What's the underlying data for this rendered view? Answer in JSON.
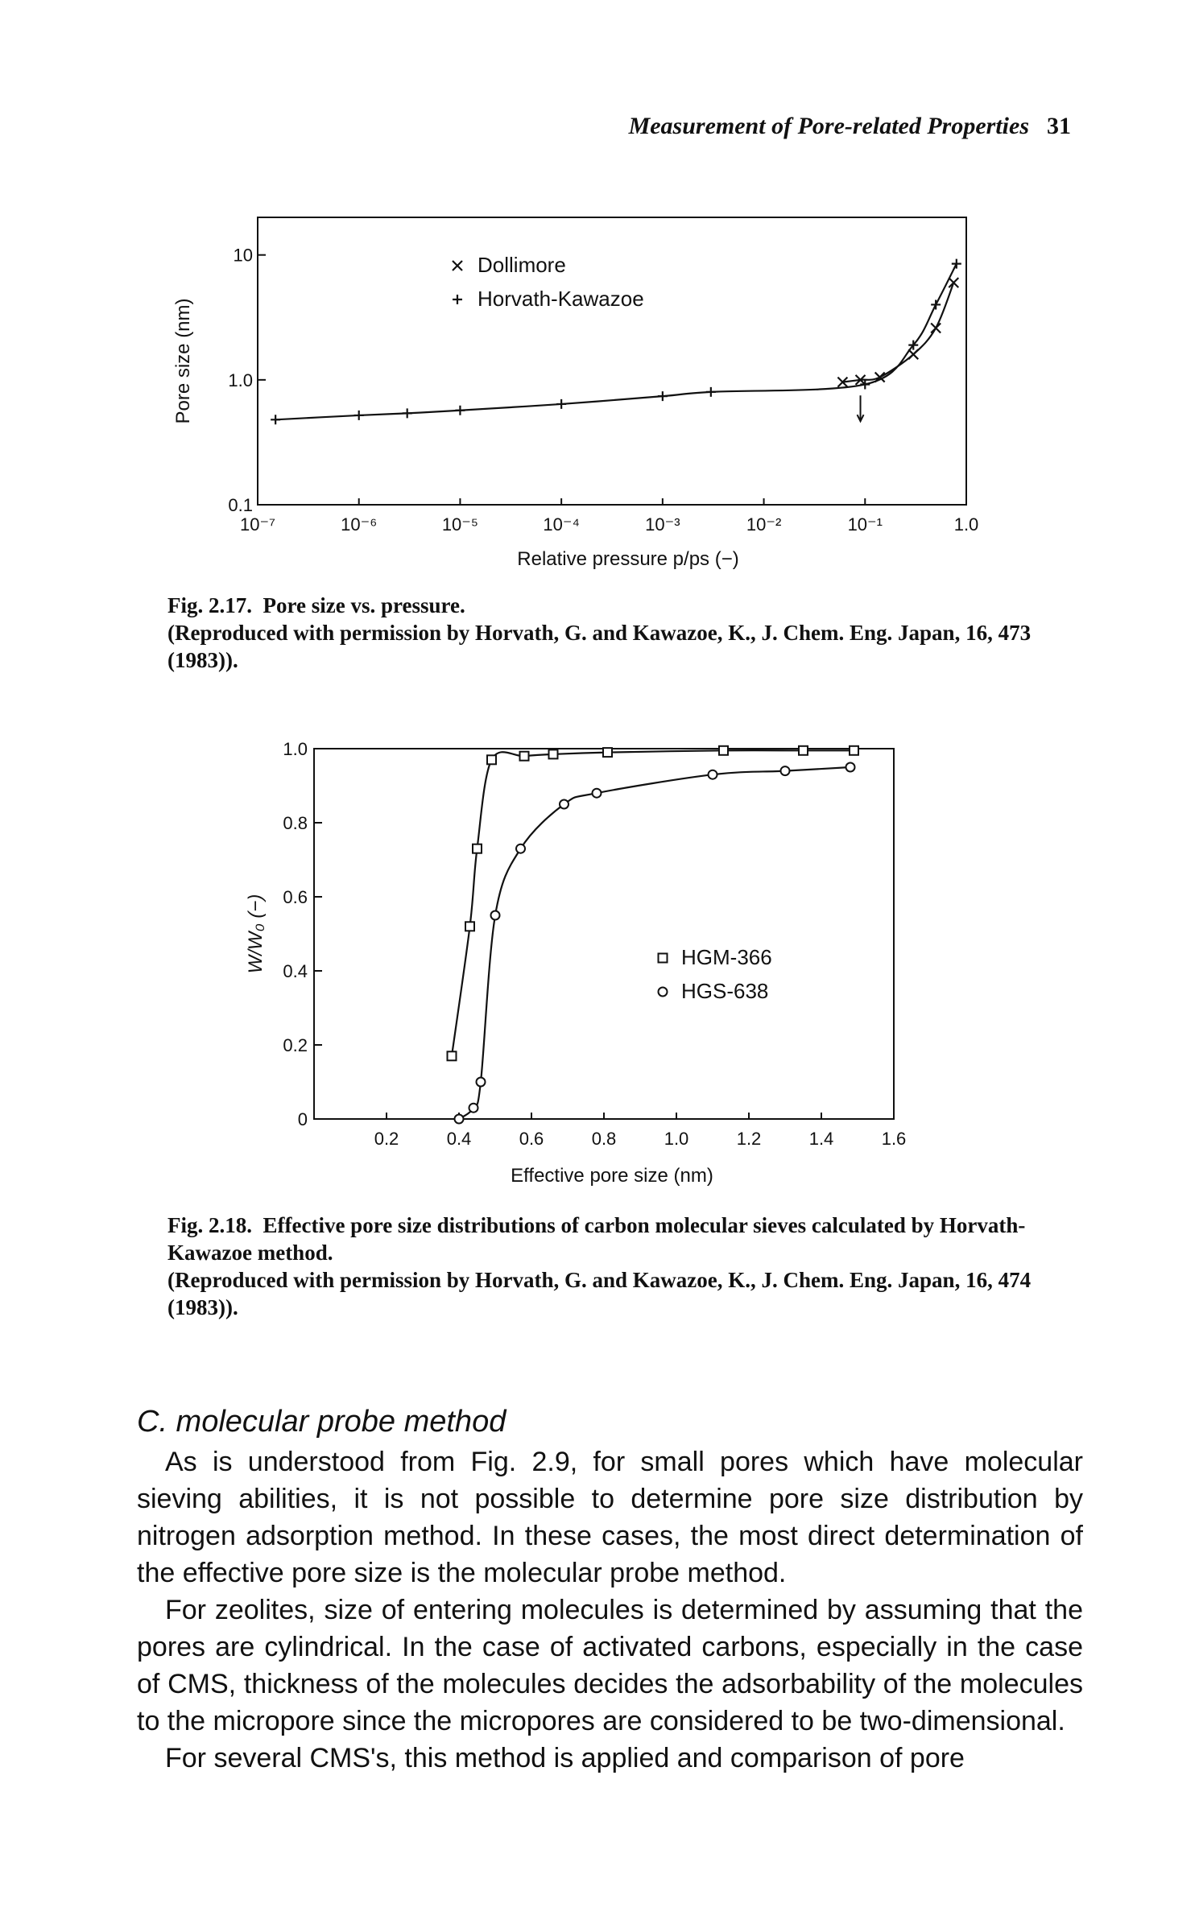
{
  "header": {
    "running_title": "Measurement of Pore-related Properties",
    "page_number": "31"
  },
  "figure_17": {
    "caption_label": "Fig. 2.17.",
    "caption_title": "Pore size vs. pressure.",
    "caption_source": "(Reproduced with permission by Horvath, G. and Kawazoe, K., J. Chem. Eng. Japan, 16, 473 (1983))."
  },
  "figure_18": {
    "caption_label": "Fig. 2.18.",
    "caption_title": "Effective pore size distributions of carbon molecular sieves calculated by Horvath-Kawazoe method.",
    "caption_source": "(Reproduced with permission by Horvath, G. and Kawazoe, K., J. Chem. Eng. Japan, 16, 474 (1983))."
  },
  "chart_data": [
    {
      "type": "line",
      "xlabel": "Relative pressure p/ps (−)",
      "ylabel": "Pore size (nm)",
      "x_scale": "log",
      "y_scale": "log",
      "xlim": [
        1e-07,
        1.0
      ],
      "ylim": [
        0.1,
        20
      ],
      "x_ticks": [
        1e-07,
        1e-06,
        1e-05,
        0.0001,
        0.001,
        0.01,
        0.1,
        1.0
      ],
      "x_tick_labels": [
        "10⁻⁷",
        "10⁻⁶",
        "10⁻⁵",
        "10⁻⁴",
        "10⁻³",
        "10⁻²",
        "10⁻¹",
        "1.0"
      ],
      "y_ticks": [
        0.1,
        1.0,
        10
      ],
      "y_tick_labels": [
        "0.1",
        "1.0",
        "10"
      ],
      "legend_position": "top-center",
      "series": [
        {
          "name": "Dollimore",
          "marker": "x",
          "x": [
            0.06,
            0.09,
            0.14,
            0.3,
            0.5,
            0.75
          ],
          "y": [
            0.96,
            1.0,
            1.05,
            1.6,
            2.6,
            6.0
          ]
        },
        {
          "name": "Horvath-Kawazoe",
          "marker": "+",
          "x": [
            1.5e-07,
            1e-06,
            3e-06,
            1e-05,
            0.0001,
            0.001,
            0.003,
            0.1,
            0.3,
            0.5,
            0.8
          ],
          "y": [
            0.48,
            0.52,
            0.54,
            0.57,
            0.64,
            0.74,
            0.8,
            0.92,
            1.9,
            4.0,
            8.5
          ]
        }
      ]
    },
    {
      "type": "line",
      "xlabel": "Effective pore size (nm)",
      "ylabel": "W/W₀ (−)",
      "xlim": [
        0.0,
        1.6
      ],
      "ylim": [
        0.0,
        1.0
      ],
      "x_ticks": [
        0.2,
        0.4,
        0.6,
        0.8,
        1.0,
        1.2,
        1.4,
        1.6
      ],
      "y_ticks": [
        0.0,
        0.2,
        0.4,
        0.6,
        0.8,
        1.0
      ],
      "y_tick_labels": [
        "0",
        "0.2",
        "0.4",
        "0.6",
        "0.8",
        "1.0"
      ],
      "legend_position": "center-right",
      "series": [
        {
          "name": "HGM-366",
          "marker": "square",
          "x": [
            0.38,
            0.43,
            0.45,
            0.49,
            0.58,
            0.66,
            0.81,
            1.13,
            1.35,
            1.49
          ],
          "y": [
            0.17,
            0.52,
            0.73,
            0.97,
            0.98,
            0.985,
            0.99,
            0.995,
            0.995,
            0.995
          ]
        },
        {
          "name": "HGS-638",
          "marker": "circle",
          "x": [
            0.4,
            0.44,
            0.46,
            0.5,
            0.57,
            0.69,
            0.78,
            1.1,
            1.3,
            1.48
          ],
          "y": [
            0.0,
            0.03,
            0.1,
            0.55,
            0.73,
            0.85,
            0.88,
            0.93,
            0.94,
            0.95
          ]
        }
      ]
    }
  ],
  "section": {
    "heading": "C.  molecular probe method",
    "paragraphs": [
      "As is understood from Fig. 2.9, for small pores which have molecular sieving abilities, it is not possible to determine pore size distribution by nitrogen adsorption method. In these cases, the most direct determination of the effective pore size is the molecular probe method.",
      "For zeolites, size of entering molecules is determined by assuming that the pores are cylindrical. In the case of activated carbons, especially in the case of CMS, thickness of the molecules decides the adsorbability of the molecules to the micropore since the micropores are considered to be two-dimensional.",
      "For several CMS's, this method is applied and comparison of pore"
    ]
  }
}
